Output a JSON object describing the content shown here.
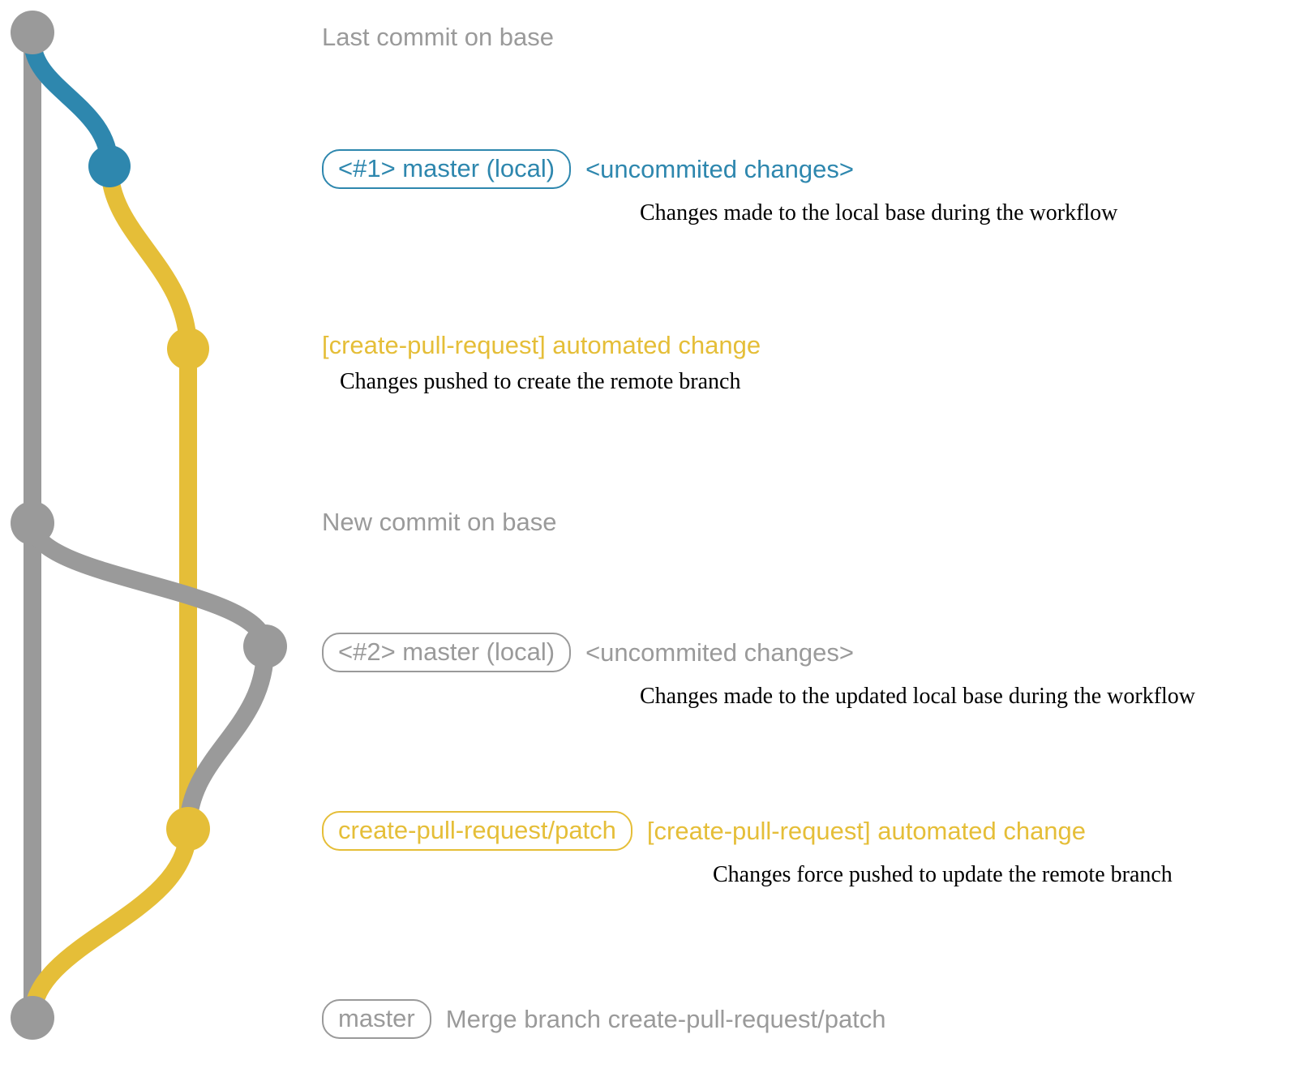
{
  "palette": {
    "gray": "#9a9a9a",
    "blue": "#2e87ae",
    "yellow": "#e5be38",
    "text_black": "#000000",
    "background": "#ffffff"
  },
  "diagram": {
    "title": "git branch graph of create-pull-request workflow",
    "type": "git-commit-graph"
  },
  "rows": [
    {
      "id": "last-commit-on-base",
      "badge": null,
      "message": "Last commit on base",
      "message_color": "gray",
      "description": null,
      "node_color": "gray"
    },
    {
      "id": "master-local-1",
      "badge": "<#1> master (local)",
      "badge_color": "blue",
      "message": "<uncommited changes>",
      "message_color": "blue",
      "description": "Changes made to the local base during the workflow",
      "node_color": "blue"
    },
    {
      "id": "automated-change-1",
      "badge": null,
      "message": "[create-pull-request] automated change",
      "message_color": "yellow",
      "description": "Changes pushed to create the remote branch",
      "node_color": "yellow"
    },
    {
      "id": "new-commit-on-base",
      "badge": null,
      "message": "New commit on base",
      "message_color": "gray",
      "description": null,
      "node_color": "gray"
    },
    {
      "id": "master-local-2",
      "badge": "<#2> master (local)",
      "badge_color": "gray",
      "message": "<uncommited changes>",
      "message_color": "gray",
      "description": "Changes made to the updated local base during the workflow",
      "node_color": "gray"
    },
    {
      "id": "automated-change-2",
      "badge": "create-pull-request/patch",
      "badge_color": "yellow",
      "message": "[create-pull-request] automated change",
      "message_color": "yellow",
      "description": "Changes force pushed to update the remote branch",
      "node_color": "yellow"
    },
    {
      "id": "merge-master",
      "badge": "master",
      "badge_color": "gray",
      "message": "Merge branch create-pull-request/patch",
      "message_color": "gray",
      "description": null,
      "node_color": "gray"
    }
  ]
}
